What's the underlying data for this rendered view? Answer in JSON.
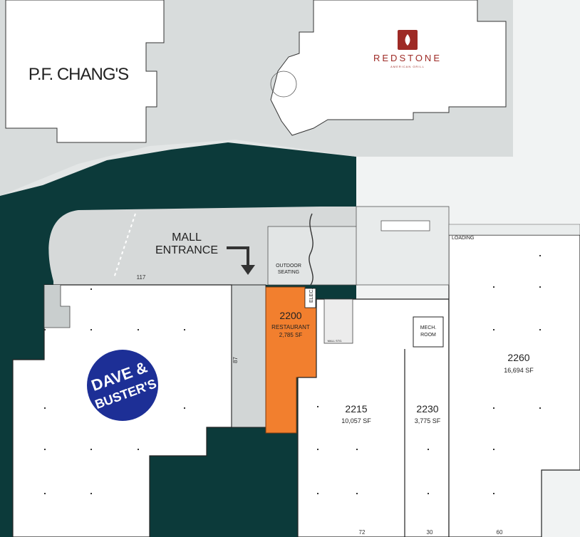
{
  "tenants": {
    "pf_changs": "P.F. CHANG'S",
    "redstone": "REDSTONE",
    "redstone_tagline": "AMERICAN GRILL",
    "dave_busters_line1": "DAVE &",
    "dave_busters_line2": "BUSTER'S"
  },
  "callout": {
    "mall_entrance_line1": "MALL",
    "mall_entrance_line2": "ENTRANCE"
  },
  "rooms": {
    "outdoor_seating_line1": "OUTDOOR",
    "outdoor_seating_line2": "SEATING",
    "loading": "LOADING",
    "elec": "ELEC.",
    "mech_line1": "MECH.",
    "mech_line2": "ROOM",
    "mall_stg": "MALL STG."
  },
  "units": [
    {
      "number": "2200",
      "use": "RESTAURANT",
      "sf": "2,785 SF",
      "highlighted": true
    },
    {
      "number": "2215",
      "sf": "10,057 SF"
    },
    {
      "number": "2230",
      "sf": "3,775 SF"
    },
    {
      "number": "2260",
      "sf": "16,694 SF"
    }
  ],
  "dimensions": {
    "top_frontage": "117",
    "corridor": "87",
    "bottom_a": "72",
    "bottom_b": "30",
    "bottom_c": "60"
  },
  "colors": {
    "highlight": "#f27f2e",
    "dark_teal": "#0c3a3a",
    "plaza_grey": "#d8dcdc",
    "redstone_red": "#9e2a25",
    "db_blue": "#1d2f96"
  }
}
